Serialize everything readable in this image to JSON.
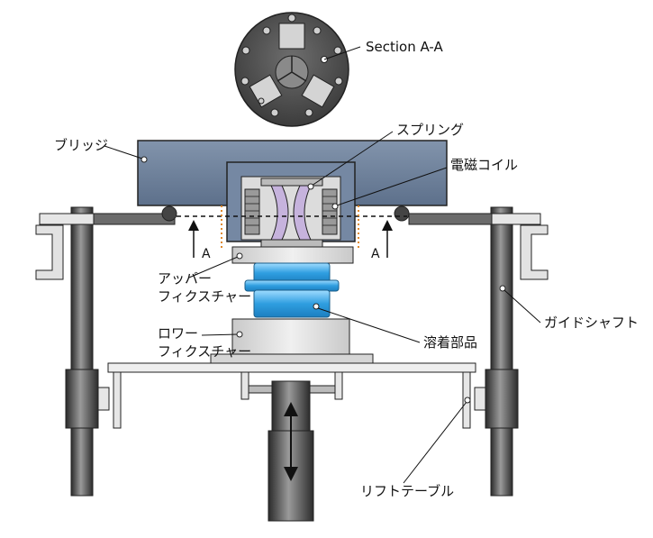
{
  "labels": {
    "section": "Section A-A",
    "spring": "スプリング",
    "bridge": "ブリッジ",
    "coil": "電磁コイル",
    "upper_fixture_1": "アッパー",
    "upper_fixture_2": "フィクスチャー",
    "lower_fixture_1": "ロワー",
    "lower_fixture_2": "フィクスチャー",
    "weld_part": "溶着部品",
    "guide_shaft": "ガイドシャフト",
    "lift_table": "リフトテーブル",
    "section_marker_left": "A",
    "section_marker_right": "A"
  },
  "colors": {
    "bridge": "#6b7f99",
    "part": "#3aa8e6",
    "spring": "#c6b3dd",
    "fixture": "#d6d6d6",
    "shaft": "#555555",
    "section_disc": "#575757",
    "frame": "#e8e8e8",
    "dashed_indicator": "#e08a2e"
  }
}
